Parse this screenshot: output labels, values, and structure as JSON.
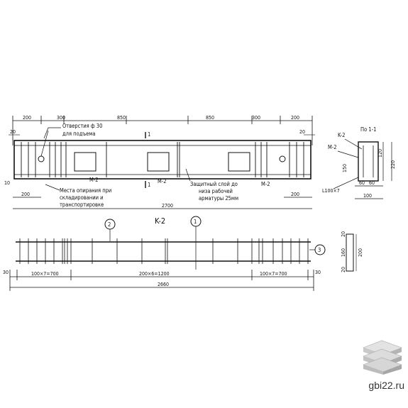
{
  "beam": {
    "top_dims": [
      "200",
      "300",
      "850",
      "850",
      "300",
      "200"
    ],
    "edge_dims": {
      "left": "20",
      "right": "20"
    },
    "bottom_dims": {
      "left": "200",
      "right": "200",
      "left_small": "10"
    },
    "total": "2700",
    "hole_note": [
      "Отверстия ф 30",
      "для подъема"
    ],
    "support_note": [
      "Места опирания при",
      "складировании и",
      "транспортировке"
    ],
    "cover_note": [
      "Защитный слой до",
      "низа рабочей",
      "арматуры 25мм"
    ],
    "labels": {
      "mesh": "M-2",
      "section_mark": "1"
    }
  },
  "section": {
    "title": "По 1-1",
    "cage": "K-2",
    "mesh": "M-2",
    "dims": [
      "150",
      "120",
      "220"
    ],
    "angle": "L100×7",
    "bottom": [
      "60",
      "60",
      "100"
    ]
  },
  "cage": {
    "title": "K-2",
    "positions": [
      "2",
      "1",
      "3"
    ],
    "dims": [
      "30",
      "100×7=700",
      "200×6=1200",
      "100×7=700",
      "30"
    ],
    "total": "2660",
    "section_dims": [
      "20",
      "160",
      "200",
      "20"
    ]
  },
  "site": {
    "name": "gbi22.ru"
  }
}
